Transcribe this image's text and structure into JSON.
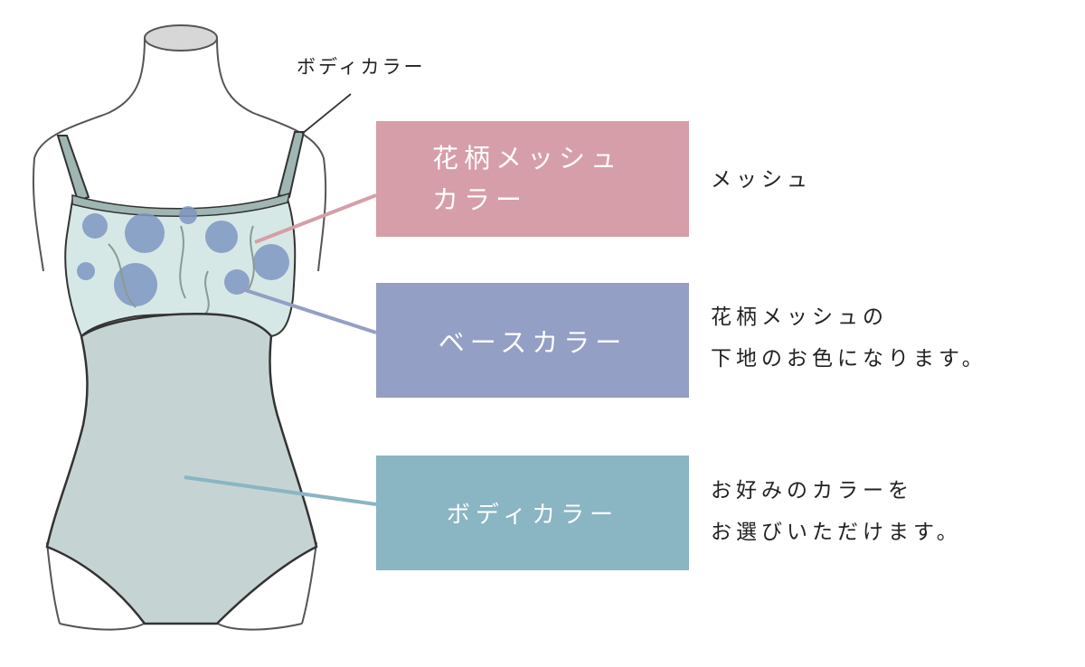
{
  "annotation_top": {
    "label": "ボディカラー"
  },
  "parts": [
    {
      "title_lines": [
        "花柄メッシュ",
        "カラー"
      ],
      "description_lines": [
        "メッシュ"
      ],
      "color": "#d69ea8"
    },
    {
      "title_lines": [
        "ベースカラー"
      ],
      "description_lines": [
        "花柄メッシュの",
        "下地のお色になります。"
      ],
      "color": "#939fc4"
    },
    {
      "title_lines": [
        "ボディカラー"
      ],
      "description_lines": [
        "お好みのカラーを",
        "お選びいただけます。"
      ],
      "color": "#8ab5c3"
    }
  ],
  "colors": {
    "mannequin_line": "#555555",
    "mannequin_head": "#d7d7d7",
    "strap": "#9fb6b3",
    "mesh_bg": "#d6e8e6",
    "flower": "#7f97c2",
    "leaf": "#8a9a94",
    "body": "#c5d4d2",
    "outline": "#333333"
  }
}
